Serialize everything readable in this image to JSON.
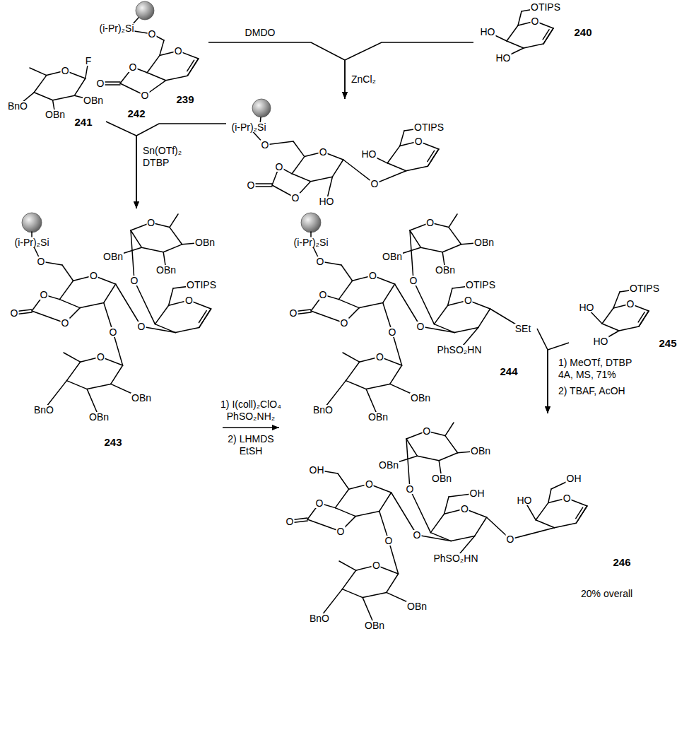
{
  "diagram": {
    "nodes": [
      {
        "text": [
          "239",
          "(i-Pr)₂Si",
          "O",
          "O",
          "O",
          "O",
          "O"
        ]
      },
      {
        "text": [
          "240",
          "OTIPS",
          "O",
          "HO",
          "HO"
        ]
      },
      {
        "text": [
          "241",
          "F",
          "O",
          "OBn",
          "OBn",
          "BnO"
        ]
      },
      {
        "text": [
          "242",
          "(i-Pr)₂Si",
          "O",
          "O",
          "O",
          "O",
          "O",
          "HO",
          "O",
          "HO",
          "OTIPS",
          "O"
        ]
      },
      {
        "text": [
          "243",
          "(i-Pr)₂Si",
          "O",
          "O",
          "O",
          "O",
          "O",
          "O",
          "O",
          "O",
          "OBn",
          "OBn",
          "OBn",
          "O",
          "OTIPS",
          "O",
          "O",
          "OBn",
          "OBn",
          "BnO"
        ]
      },
      {
        "text": [
          "244",
          "(i-Pr)₂Si",
          "O",
          "O",
          "O",
          "O",
          "O",
          "O",
          "O",
          "O",
          "OBn",
          "OBn",
          "OBn",
          "O",
          "OTIPS",
          "O",
          "PhSO₂HN",
          "SEt",
          "O",
          "OBn",
          "OBn",
          "BnO"
        ]
      },
      {
        "text": [
          "245",
          "HO",
          "OTIPS",
          "HO",
          "O"
        ]
      },
      {
        "text": [
          "246",
          "OH",
          "O",
          "O",
          "O",
          "O",
          "O",
          "O",
          "O",
          "OBn",
          "OBn",
          "OBn",
          "O",
          "OH",
          "O",
          "PhSO₂HN",
          "O",
          "HO",
          "OH",
          "O",
          "O",
          "OBn",
          "OBn",
          "BnO"
        ]
      }
    ],
    "edges": [
      {
        "from": 0,
        "to": 3,
        "arrow": "to",
        "label": "DMDO"
      },
      {
        "from": 1,
        "to": 3,
        "arrow": "to",
        "label": "ZnCl₂"
      },
      {
        "from": 2,
        "to": 4,
        "arrow": "to",
        "label": "Sn(OTf)₂ DTBP"
      },
      {
        "from": 3,
        "to": 4,
        "arrow": "to"
      },
      {
        "from": 4,
        "to": 5,
        "arrow": "to",
        "label": "1) I(coll)₂ClO₄ PhSO₂NH₂"
      },
      {
        "from": 5,
        "to": 7,
        "arrow": "to",
        "label": "1) MeOTf, DTBP 4A, MS, 71%"
      },
      {
        "from": 6,
        "to": 7,
        "arrow": "to"
      }
    ],
    "labels": [
      "2) LHMDS EtSH",
      "2) TBAF, AcOH",
      "20% overall"
    ]
  }
}
